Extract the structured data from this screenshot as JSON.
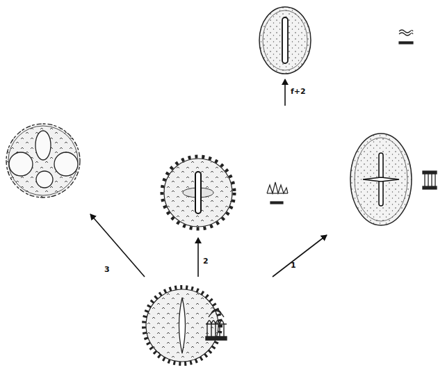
{
  "diagram": {
    "labels": [
      "f+2",
      "3",
      "2",
      "1"
    ]
  }
}
